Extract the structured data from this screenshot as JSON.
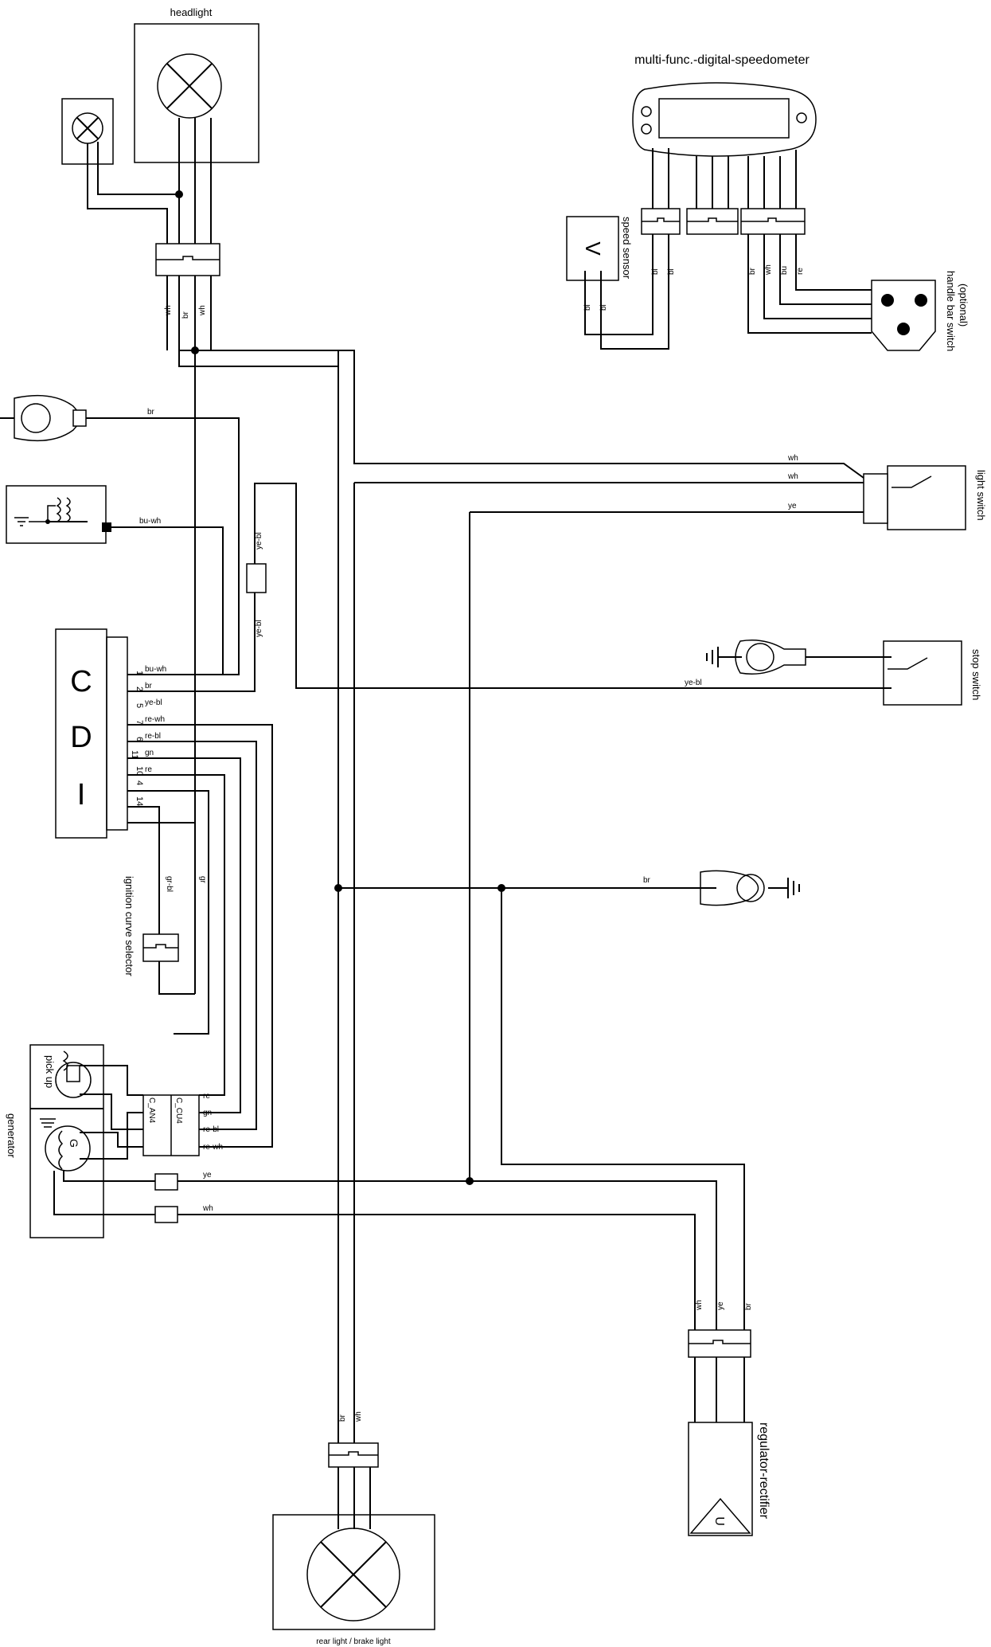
{
  "components": {
    "headlight": "headlight",
    "speedometer": "multi-func.-digital-speedometer",
    "speed_sensor": "speed sensor",
    "speed_sensor_symbol": "V",
    "handlebar_switch": "handle bar switch",
    "handlebar_switch_note": "(optional)",
    "light_switch": "light switch",
    "stop_switch": "stop switch",
    "cdi": [
      "C",
      "D",
      "I"
    ],
    "ignition_curve_selector": "ignition curve selector",
    "pick_up": "pick up",
    "generator": "generator",
    "generator_symbol": "G",
    "connector_cu4": "C_CU4",
    "connector_an4": "C_AN4",
    "regulator": "regulator-rectifier",
    "regulator_symbol": "U",
    "bottom_light": "rear light / brake light"
  },
  "cdi_pins": [
    {
      "pin": "1",
      "wire": "bu-wh"
    },
    {
      "pin": "2",
      "wire": "br"
    },
    {
      "pin": "5",
      "wire": "ye-bl"
    },
    {
      "pin": "7",
      "wire": "re-wh"
    },
    {
      "pin": "6",
      "wire": "re-bl"
    },
    {
      "pin": "11",
      "wire": "gn"
    },
    {
      "pin": "10",
      "wire": "re"
    },
    {
      "pin": "4",
      "wire": ""
    },
    {
      "pin": "14",
      "wire": ""
    }
  ],
  "wire_labels": {
    "headlight_left": "wh",
    "headlight_mid": "br",
    "headlight_right": "wh",
    "kill_switch_br": "br",
    "horn_bu_wh": "bu-wh",
    "ye_bl_top": "ye-bl",
    "ye_bl_bottom": "ye-bl",
    "light_switch_1": "wh",
    "light_switch_2": "wh",
    "light_switch_3": "ye",
    "stop_switch_ye_bl": "ye-bl",
    "ground_br": "br",
    "selector_gr_bl": "gr-bl",
    "selector_gr": "gr",
    "gen_re": "re",
    "gen_gn": "gn",
    "gen_re_bl": "re-bl",
    "gen_re_wh": "re-wh",
    "gen_ye": "ye",
    "gen_wh": "wh",
    "reg_wh": "wh",
    "reg_ye": "ye",
    "reg_br": "br",
    "rear_br": "br",
    "rear_wh": "wh",
    "sensor_bl_1": "bl",
    "sensor_bl_2": "bl",
    "sensor_bl_3": "bl",
    "sensor_bl_4": "bl",
    "speedo_br": "br",
    "speedo_wh": "wh",
    "speedo_bu": "bu",
    "speedo_re": "re"
  }
}
